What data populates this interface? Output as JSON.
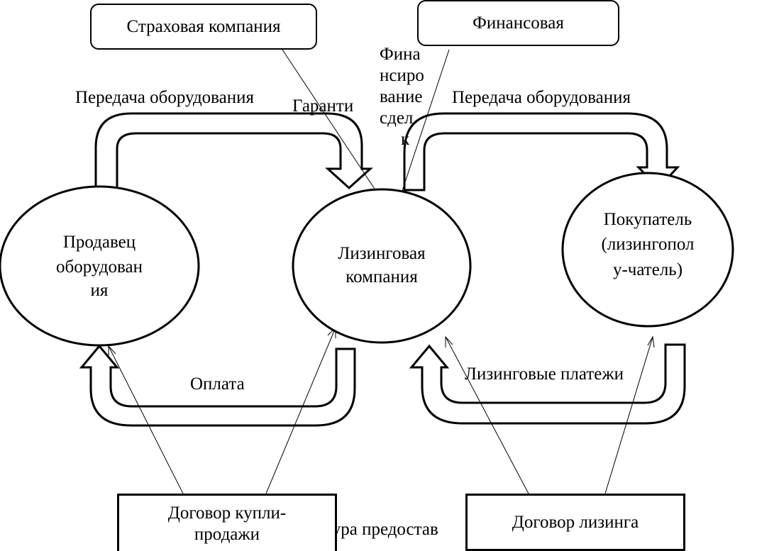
{
  "diagram": {
    "nodes": {
      "insurance": "Страховая компания",
      "finance": "Финансовая",
      "seller": [
        "Продавец",
        "оборудован",
        "ия"
      ],
      "leasing": [
        "Лизинговая",
        "компания"
      ],
      "buyer": [
        "Покупатель",
        "(лизингопол",
        "у-чатель)"
      ],
      "purchase_contract": [
        "Договор купли-",
        "продажи"
      ],
      "leasing_contract": "Договор лизинга"
    },
    "edges": {
      "transfer_left": "Передача оборудования",
      "transfer_right": "Передача оборудования",
      "guarantee": "Гаранти",
      "financing": [
        "Фина",
        "нсиро",
        "вание",
        "сдел",
        "к"
      ],
      "payment": "Оплата",
      "leasing_payments": "Лизинговые платежи",
      "bottom_caption": "дура предостав"
    }
  }
}
